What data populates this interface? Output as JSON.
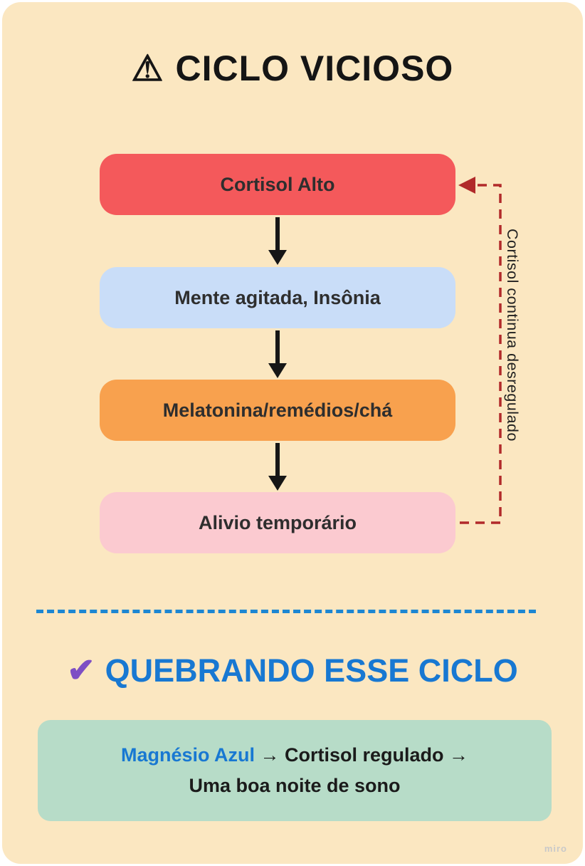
{
  "colors": {
    "card_background": "#fbe7c1",
    "box_red": "#f4595b",
    "box_blue": "#c9ddf8",
    "box_orange": "#f8a14e",
    "box_pink": "#fbcad0",
    "feedback_red": "#b12a2a",
    "divider_blue": "#1d87d2",
    "heading_blue": "#1878d2",
    "check_purple": "#7e4fc4",
    "solution_green": "#b7dcc8",
    "highlight_blue": "#1878d2"
  },
  "header": {
    "warning_icon": "⚠",
    "title": "CICLO VICIOSO"
  },
  "cycle": {
    "steps": [
      {
        "label": "Cortisol Alto"
      },
      {
        "label": "Mente agitada, Insônia"
      },
      {
        "label": "Melatonina/remédios/chá"
      },
      {
        "label": "Alivio temporário"
      }
    ],
    "feedback_label": "Cortisol continua desregulado"
  },
  "breaking": {
    "check_icon": "✔",
    "title": "QUEBRANDO ESSE CICLO",
    "solution_line1": {
      "highlight": "Magnésio Azul",
      "arrow1": "→",
      "text": "Cortisol regulado",
      "arrow2": "→"
    },
    "solution_line2": "Uma boa noite de sono"
  },
  "watermark": "miro"
}
